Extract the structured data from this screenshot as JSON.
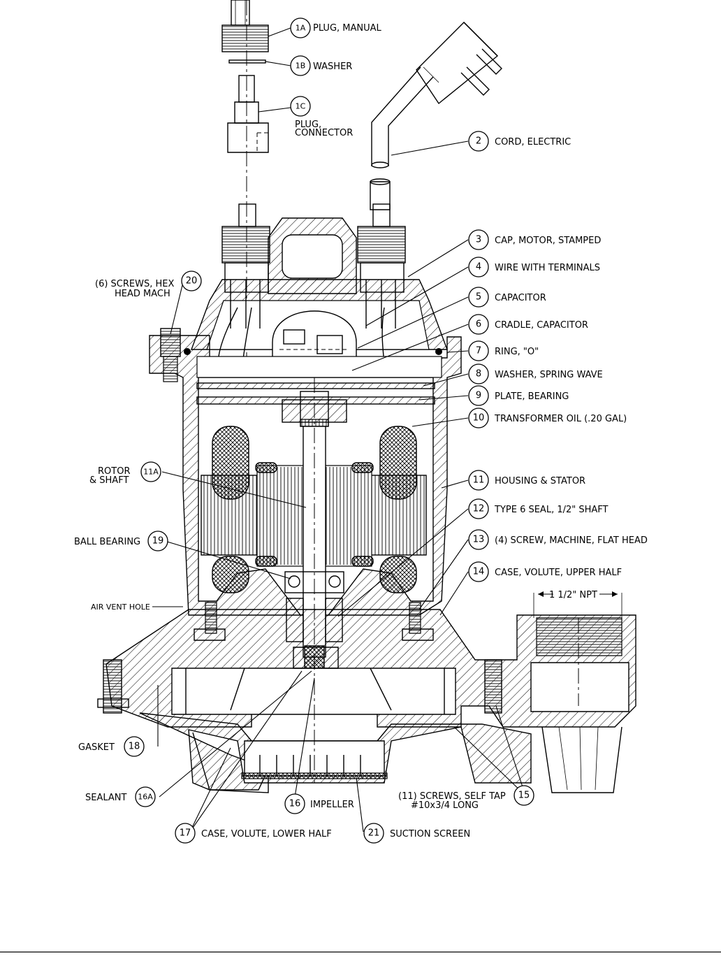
{
  "parts": [
    {
      "num": "1A",
      "label": [
        "PLUG, MANUAL"
      ]
    },
    {
      "num": "1B",
      "label": [
        "WASHER"
      ]
    },
    {
      "num": "1C",
      "label": [
        "PLUG,",
        "CONNECTOR"
      ]
    },
    {
      "num": "2",
      "label": [
        "CORD, ELECTRIC"
      ]
    },
    {
      "num": "3",
      "label": [
        "CAP, MOTOR, STAMPED"
      ]
    },
    {
      "num": "4",
      "label": [
        "WIRE WITH TERMINALS"
      ]
    },
    {
      "num": "5",
      "label": [
        "CAPACITOR"
      ]
    },
    {
      "num": "6",
      "label": [
        "CRADLE, CAPACITOR"
      ]
    },
    {
      "num": "7",
      "label": [
        "RING, \"O\""
      ]
    },
    {
      "num": "8",
      "label": [
        "WASHER, SPRING WAVE"
      ]
    },
    {
      "num": "9",
      "label": [
        "PLATE, BEARING"
      ]
    },
    {
      "num": "10",
      "label": [
        "TRANSFORMER OIL (.20 GAL)"
      ]
    },
    {
      "num": "11",
      "label": [
        "HOUSING & STATOR"
      ]
    },
    {
      "num": "11A",
      "label": [
        "ROTOR",
        "& SHAFT"
      ]
    },
    {
      "num": "12",
      "label": [
        "TYPE 6 SEAL, 1/2\" SHAFT"
      ]
    },
    {
      "num": "13",
      "label": [
        "(4) SCREW, MACHINE, FLAT HEAD"
      ]
    },
    {
      "num": "14",
      "label": [
        "CASE, VOLUTE, UPPER HALF"
      ]
    },
    {
      "num": "15",
      "label": [
        "(11) SCREWS, SELF TAP",
        "#10x3/4 LONG"
      ]
    },
    {
      "num": "16",
      "label": [
        "IMPELLER"
      ]
    },
    {
      "num": "16A",
      "label": [
        "SEALANT"
      ]
    },
    {
      "num": "17",
      "label": [
        "CASE, VOLUTE, LOWER HALF"
      ]
    },
    {
      "num": "18",
      "label": [
        "GASKET"
      ]
    },
    {
      "num": "19",
      "label": [
        "BALL BEARING"
      ]
    },
    {
      "num": "20",
      "label": [
        "(6) SCREWS, HEX",
        "HEAD MACH"
      ]
    },
    {
      "num": "21",
      "label": [
        "SUCTION SCREEN"
      ]
    }
  ],
  "notes": {
    "air_vent": "AIR VENT HOLE",
    "npt": "1 1/2\" NPT"
  }
}
